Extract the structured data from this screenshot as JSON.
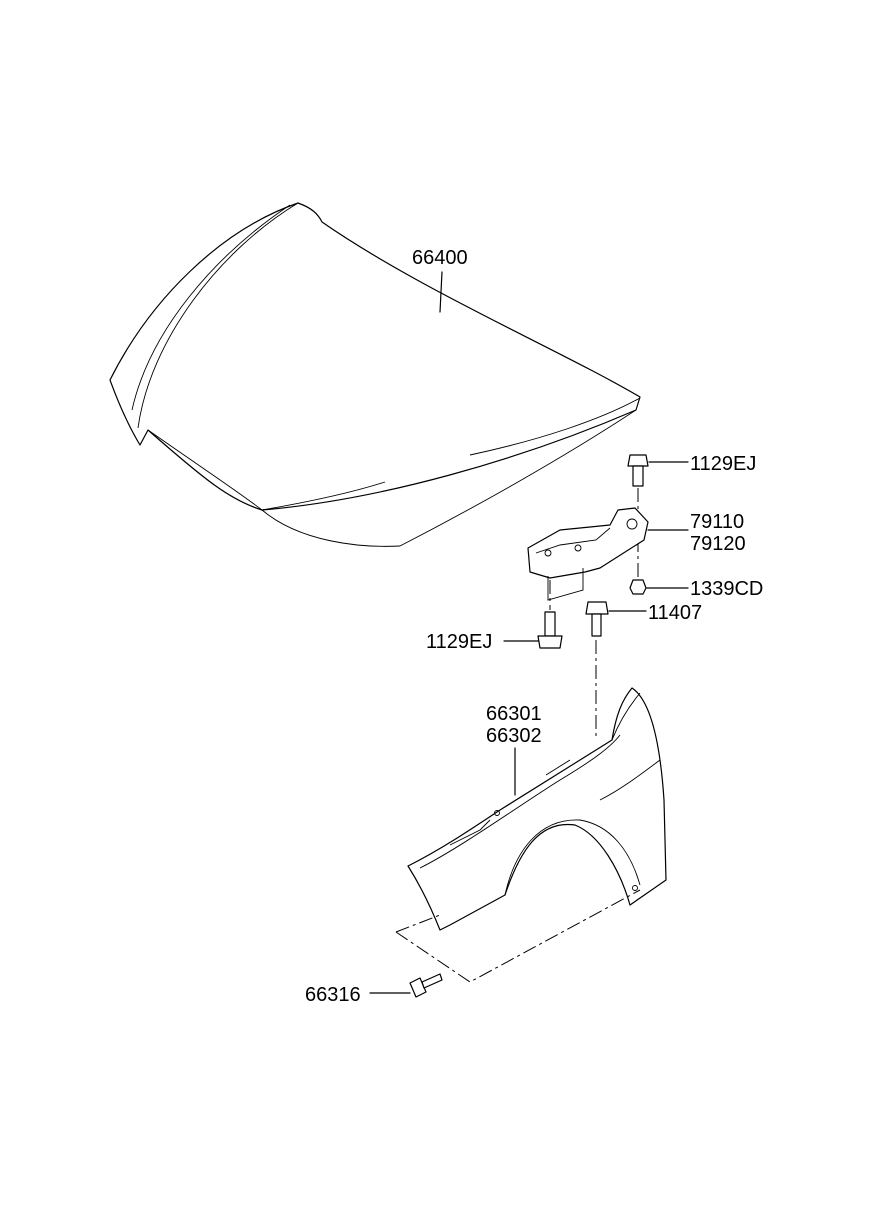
{
  "labels": {
    "hood": "66400",
    "hinge_bolt_top": "1129EJ",
    "hinge_lh": "79110",
    "hinge_rh": "79120",
    "hinge_nut": "1339CD",
    "fender_bolt": "11407",
    "hinge_bolt_bottom": "1129EJ",
    "fender_lh": "66301",
    "fender_rh": "66302",
    "fender_screw": "66316"
  }
}
